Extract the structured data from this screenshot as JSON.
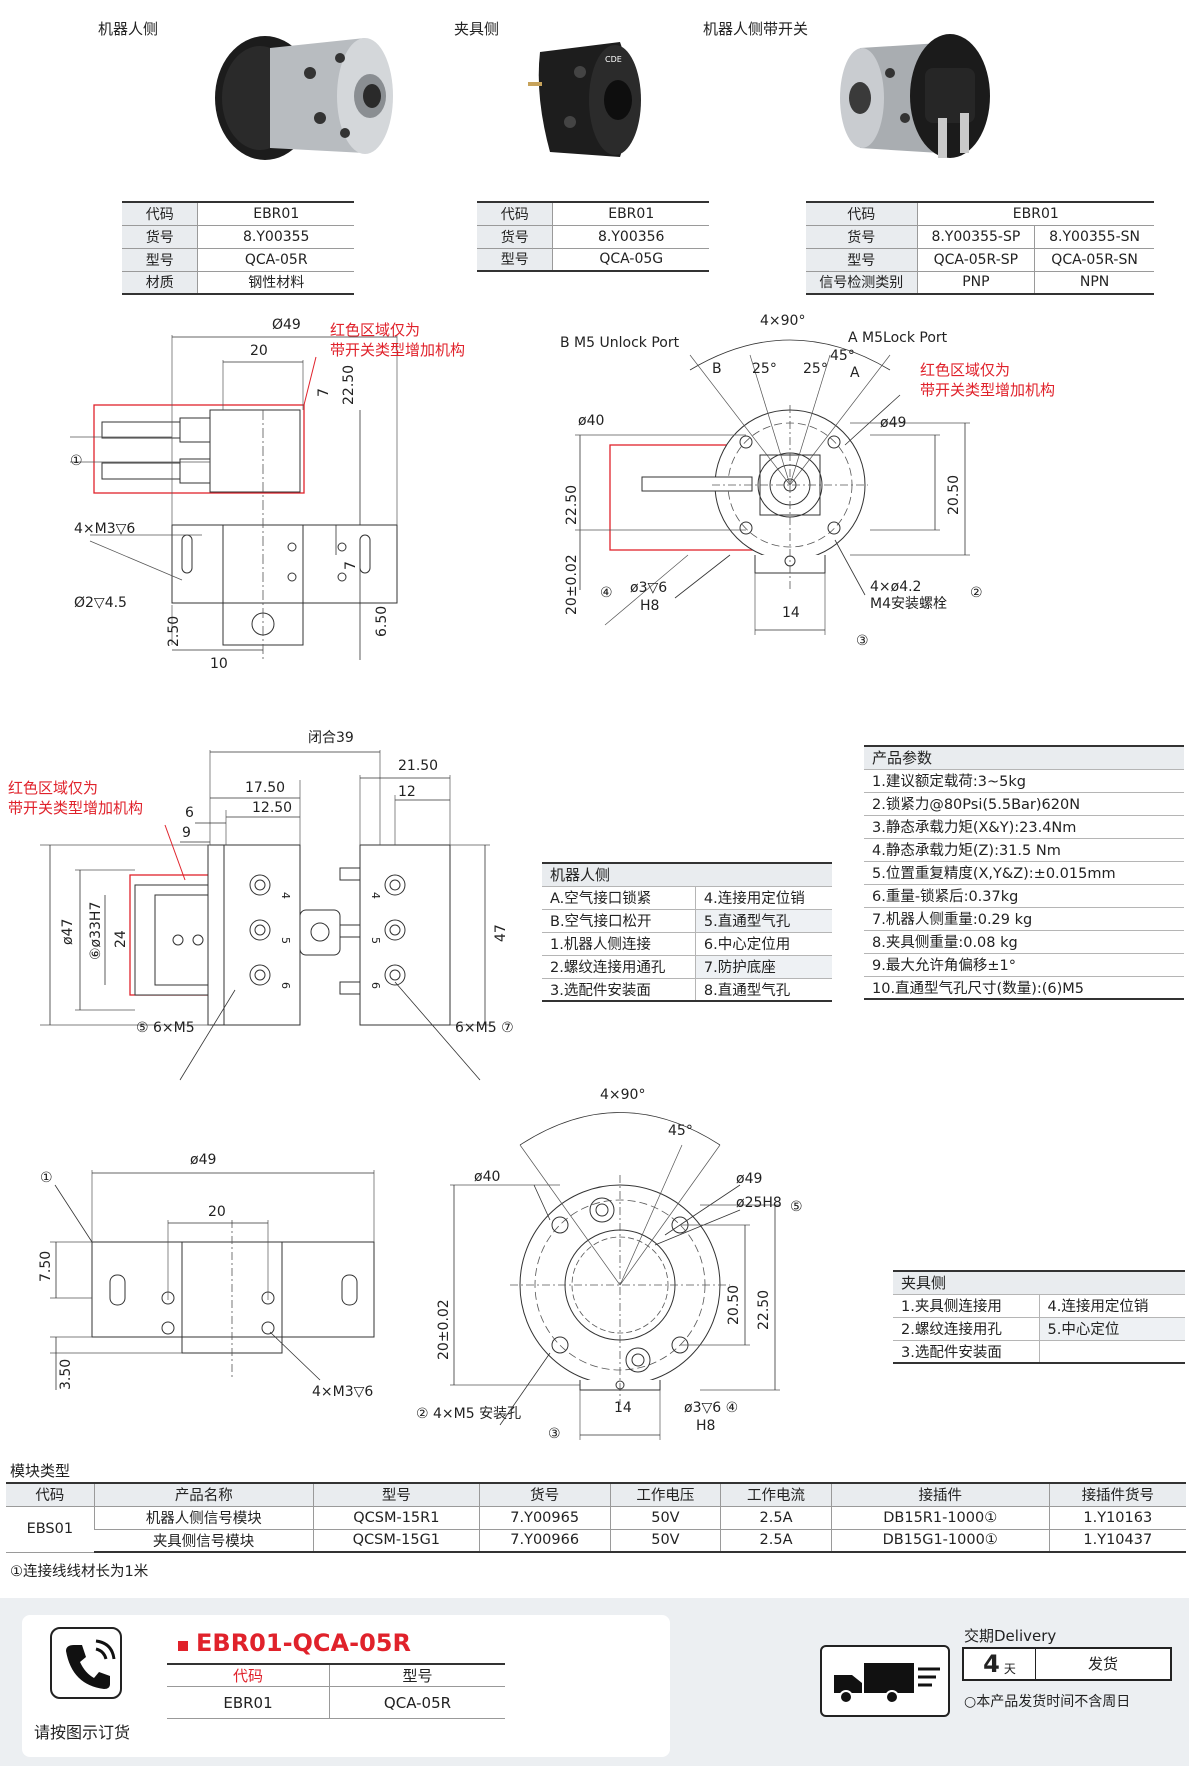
{
  "products": [
    {
      "caption": "机器人侧",
      "rows": [
        [
          "代码",
          "EBR01"
        ],
        [
          "货号",
          "8.Y00355"
        ],
        [
          "型号",
          "QCA-05R"
        ],
        [
          "材质",
          "钢性材料"
        ]
      ]
    },
    {
      "caption": "夹具侧",
      "rows": [
        [
          "代码",
          "EBR01"
        ],
        [
          "货号",
          "8.Y00356"
        ],
        [
          "型号",
          "QCA-05G"
        ]
      ]
    },
    {
      "caption": "机器人侧带开关",
      "code_label": "代码",
      "code_value": "EBR01",
      "rows": [
        [
          "货号",
          "8.Y00355-SP",
          "8.Y00355-SN"
        ],
        [
          "型号",
          "QCA-05R-SP",
          "QCA-05R-SN"
        ],
        [
          "信号检测类别",
          "PNP",
          "NPN"
        ]
      ]
    }
  ],
  "drawing1": {
    "red_note_1": "红色区域仅为",
    "red_note_2": "带开关类型增加机构",
    "d49": "Ø49",
    "d20": "20",
    "d2250": "22.50",
    "d7a": "7",
    "m3": "4×M3▽6",
    "d7b": "7",
    "phi2": "Ø2▽4.5",
    "d250": "2.50",
    "d10": "10",
    "d650": "6.50",
    "c1": "①"
  },
  "drawing2": {
    "ang490": "4×90°",
    "b_port": "B M5 Unlock Port",
    "a_port": "A M5Lock Port",
    "a25a": "25°",
    "a25b": "25°",
    "a45": "45°",
    "lb": "B",
    "la": "A",
    "red_note_1": "红色区域仅为",
    "red_note_2": "带开关类型增加机构",
    "d40": "ø40",
    "d49": "ø49",
    "d2250": "22.50",
    "d2050": "20.50",
    "d20": "20±0.02",
    "phi3": "ø3▽6",
    "h8": "H8",
    "d14": "14",
    "m4a": "4×ø4.2",
    "m4b": "M4安装螺栓",
    "c4": "④",
    "c2": "②",
    "c3": "③"
  },
  "drawing3": {
    "close39": "闭合39",
    "d1750": "17.50",
    "d1250": "12.50",
    "d6": "6",
    "d9": "9",
    "red_note_1": "红色区域仅为",
    "red_note_2": "带开关类型增加机构",
    "d47a": "ø47",
    "d33": "⑥ø33H7",
    "d24": "24",
    "m5a": "6×M5",
    "c5": "⑤",
    "d2150": "21.50",
    "d12": "12",
    "d47b": "47",
    "m5b": "6×M5",
    "c7": "⑦",
    "p4a": "4",
    "p5a": "5",
    "p6a": "6",
    "p4b": "4",
    "p5b": "5",
    "p6b": "6"
  },
  "robot_list": {
    "title": "机器人侧",
    "rows": [
      [
        "A.空气接口锁紧",
        "4.连接用定位销"
      ],
      [
        "B.空气接口松开",
        "5.直通型气孔"
      ],
      [
        "1.机器人侧连接",
        "6.中心定位用"
      ],
      [
        "2.螺纹连接用通孔",
        "7.防护底座"
      ],
      [
        "3.选配件安装面",
        "8.直通型气孔"
      ]
    ]
  },
  "params": {
    "title": "产品参数",
    "rows": [
      "1.建议额定载荷:3~5kg",
      "2.锁紧力@80Psi(5.5Bar)620N",
      "3.静态承载力矩(X&Y):23.4Nm",
      "4.静态承载力矩(Z):31.5 Nm",
      "5.位置重复精度(X,Y&Z):±0.015mm",
      "6.重量-锁紧后:0.37kg",
      "7.机器人侧重量:0.29 kg",
      "8.夹具侧重量:0.08 kg",
      "9.最大允许角偏移±1°",
      "10.直通型气孔尺寸(数量):(6)M5"
    ]
  },
  "drawing4": {
    "d49": "ø49",
    "d20": "20",
    "d750": "7.50",
    "d350": "3.50",
    "m3": "4×M3▽6",
    "c1": "①"
  },
  "drawing5": {
    "ang490": "4×90°",
    "a45": "45°",
    "d40": "ø40",
    "d49": "ø49",
    "d25": "ø25H8",
    "c5": "⑤",
    "d20": "20±0.02",
    "d2050": "20.50",
    "d2250": "22.50",
    "m5": "4×M5 安装孔",
    "c2": "②",
    "d14": "14",
    "phi3": "ø3▽6",
    "c4": "④",
    "h8": "H8",
    "c3": "③"
  },
  "fixture_list": {
    "title": "夹具侧",
    "rows": [
      [
        "1.夹具侧连接用",
        "4.连接用定位销"
      ],
      [
        "2.螺纹连接用孔",
        "5.中心定位"
      ],
      [
        "3.选配件安装面",
        ""
      ]
    ]
  },
  "module": {
    "title": "模块类型",
    "headers": [
      "代码",
      "产品名称",
      "型号",
      "货号",
      "工作电压",
      "工作电流",
      "接插件",
      "接插件货号"
    ],
    "code": "EBS01",
    "rows": [
      [
        "机器人侧信号模块",
        "QCSM-15R1",
        "7.Y00965",
        "50V",
        "2.5A",
        "DB15R1-1000①",
        "1.Y10163"
      ],
      [
        "夹具侧信号模块",
        "QCSM-15G1",
        "7.Y00966",
        "50V",
        "2.5A",
        "DB15G1-1000①",
        "1.Y10437"
      ]
    ],
    "note": "①连接线线材长为1米"
  },
  "order": {
    "contact_label": "请按图示订货",
    "title": "EBR01-QCA-05R",
    "col1": "代码",
    "col2": "型号",
    "val1": "EBR01",
    "val2": "QCA-05R"
  },
  "delivery": {
    "title": "交期Delivery",
    "days": "4",
    "unit": "天",
    "ship": "发货",
    "note": "○本产品发货时间不含周日"
  },
  "colors": {
    "accent_red": "#e0222b",
    "header_gray": "#e9ecef",
    "footer_bg": "#eceff2"
  }
}
